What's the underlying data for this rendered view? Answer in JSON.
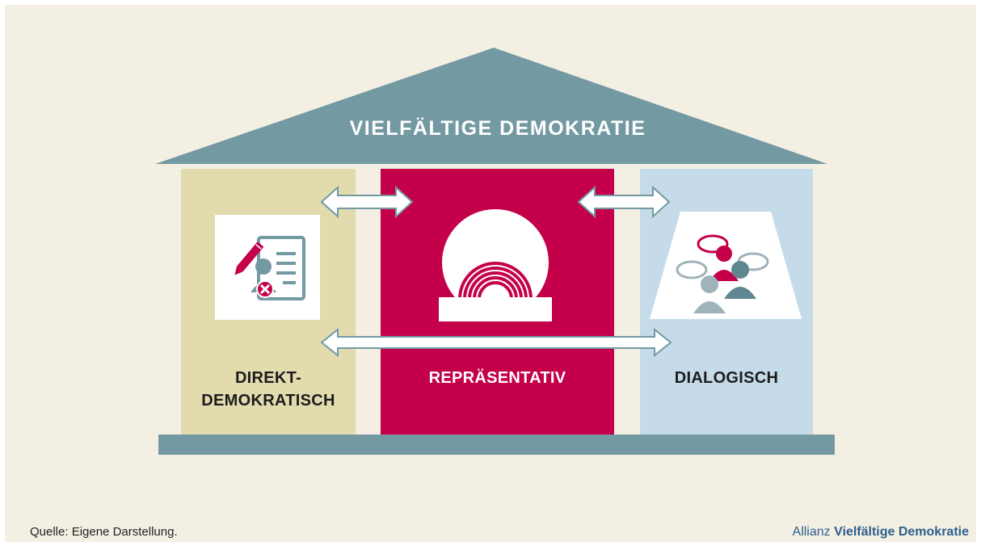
{
  "title": "VIELFÄLTIGE DEMOKRATIE",
  "pillars": [
    {
      "label_line1": "DIREKT-",
      "label_line2": "DEMOKRATISCH",
      "icon": "ballot-document-icon"
    },
    {
      "label": "REPRÄSENTATIV",
      "icon": "parliament-arch-icon"
    },
    {
      "label": "DIALOGISCH",
      "icon": "people-dialogue-icon"
    }
  ],
  "source": "Quelle: Eigene Darstellung.",
  "brand": {
    "prefix": "Allianz",
    "name": "Vielfältige Demokratie"
  },
  "colors": {
    "background": "#f4efe3",
    "roof": "#7399a3",
    "left_pillar": "#e2dbae",
    "middle_pillar": "#c4004a",
    "right_pillar": "#c5dbe9",
    "base": "#7399a3"
  }
}
